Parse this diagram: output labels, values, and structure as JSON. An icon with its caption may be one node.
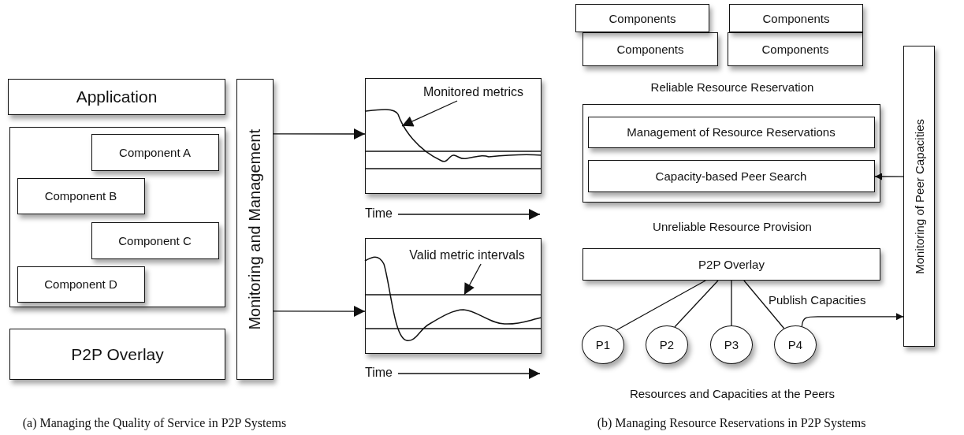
{
  "diagram": {
    "nodes": [
      {
        "text": [
          "Application"
        ]
      },
      {
        "text": [],
        "shape": "box"
      },
      {
        "text": [
          "Component A"
        ],
        "in": 1
      },
      {
        "text": [
          "Component B"
        ],
        "in": 1
      },
      {
        "text": [
          "Component C"
        ],
        "in": 1
      },
      {
        "text": [
          "Component D"
        ],
        "in": 1
      },
      {
        "text": [
          "P2P Overlay"
        ]
      },
      {
        "text": [
          "Monitoring and Management"
        ]
      },
      {
        "text": [],
        "shape": "box"
      },
      {
        "text": [
          "Monitored metrics"
        ],
        "in": 8
      },
      {
        "text": [],
        "shape": "box"
      },
      {
        "text": [
          "Valid metric intervals"
        ],
        "in": 10
      },
      {
        "text": [
          "Components"
        ]
      },
      {
        "text": [
          "Components"
        ]
      },
      {
        "text": [
          "Components"
        ]
      },
      {
        "text": [
          "Components"
        ]
      },
      {
        "text": [],
        "shape": "box"
      },
      {
        "text": [
          "Management of Resource Reservations"
        ],
        "in": 16
      },
      {
        "text": [
          "Capacity-based Peer Search"
        ],
        "in": 16
      },
      {
        "text": [
          "P2P Overlay"
        ]
      },
      {
        "text": [
          "P1"
        ]
      },
      {
        "text": [
          "P2"
        ]
      },
      {
        "text": [
          "P3"
        ]
      },
      {
        "text": [
          "P4"
        ]
      },
      {
        "text": [
          "Monitoring of Peer Capacities"
        ]
      },
      {
        "text": [],
        "shape": "curve",
        "in": 8
      },
      {
        "text": [],
        "shape": "line",
        "in": 10
      }
    ],
    "edges": [
      {
        "from": 7,
        "to": 8,
        "arrow": "to"
      },
      {
        "from": 7,
        "to": 10,
        "arrow": "to"
      },
      {
        "from": 9,
        "to": 25,
        "arrow": "to"
      },
      {
        "from": 11,
        "to": 26,
        "arrow": "to"
      },
      {
        "from": 24,
        "to": 18,
        "arrow": "to"
      },
      {
        "from": 19,
        "to": 20,
        "arrow": "none"
      },
      {
        "from": 19,
        "to": 21,
        "arrow": "none"
      },
      {
        "from": 19,
        "to": 22,
        "arrow": "none"
      },
      {
        "from": 19,
        "to": 23,
        "arrow": "none"
      },
      {
        "from": 23,
        "to": 24,
        "label": "Publish Capacities",
        "arrow": "to"
      }
    ],
    "labels": [
      "Time",
      "Time",
      "Reliable Resource Reservation",
      "Unreliable Resource Provision",
      "Resources and Capacities at the Peers",
      "(a) Managing the Quality of Service in P2P Systems",
      "(b) Managing Resource Reservations in P2P Systems"
    ]
  }
}
